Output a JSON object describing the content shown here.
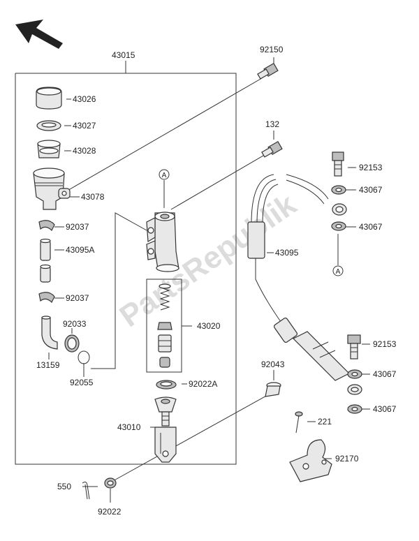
{
  "watermark": "PartsRepublik",
  "ref_marker": "A",
  "labels": {
    "l43015": "43015",
    "l43026": "43026",
    "l43027": "43027",
    "l43028": "43028",
    "l43078": "43078",
    "l92037a": "92037",
    "l43095A": "43095A",
    "l92037b": "92037",
    "l92033": "92033",
    "l13159": "13159",
    "l92055": "92055",
    "l92150": "92150",
    "l132": "132",
    "l43020": "43020",
    "l92022A": "92022A",
    "l43010": "43010",
    "l92043": "92043",
    "l550": "550",
    "l92022": "92022",
    "l92153a": "92153",
    "l43067a": "43067",
    "l43067b": "43067",
    "l43095": "43095",
    "l92153b": "92153",
    "l43067c": "43067",
    "l43067d": "43067",
    "l221": "221",
    "l92170": "92170"
  }
}
